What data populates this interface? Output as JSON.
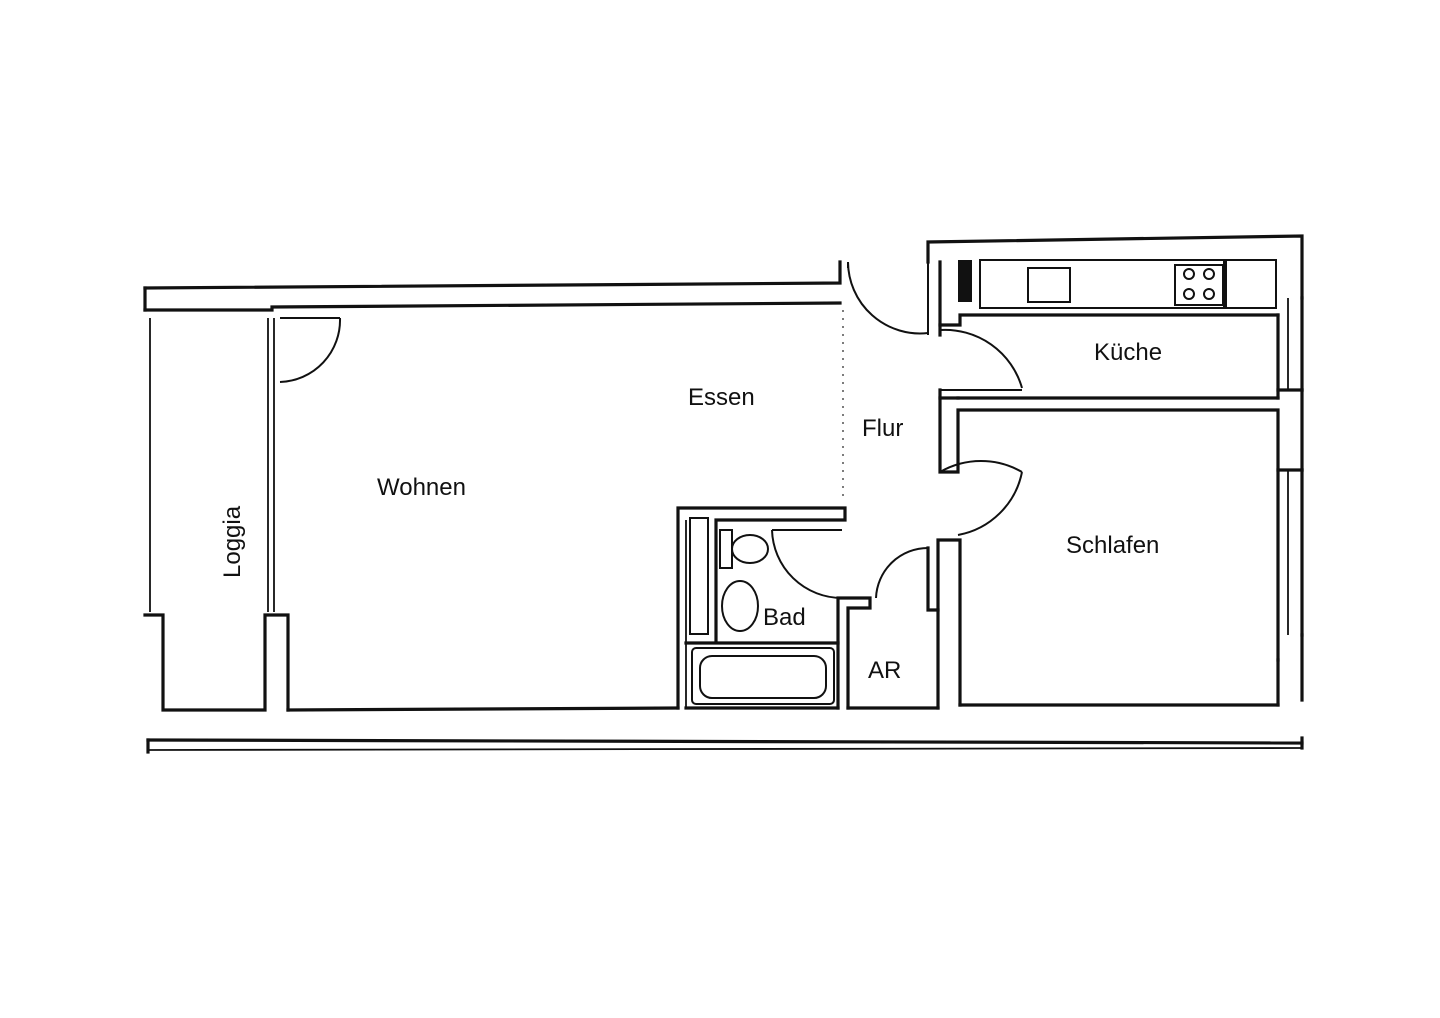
{
  "rooms": {
    "wohnen": "Wohnen",
    "essen": "Essen",
    "loggia": "Loggia",
    "flur": "Flur",
    "kueche": "Küche",
    "schlafen": "Schlafen",
    "bad": "Bad",
    "ar": "AR"
  },
  "icons": {
    "door": "door-swing-icon",
    "stove": "stove-icon",
    "sink": "sink-icon",
    "toilet": "toilet-icon",
    "bathtub": "bathtub-icon",
    "washbasin": "washbasin-icon"
  },
  "colors": {
    "line": "#111111",
    "background": "#ffffff"
  }
}
